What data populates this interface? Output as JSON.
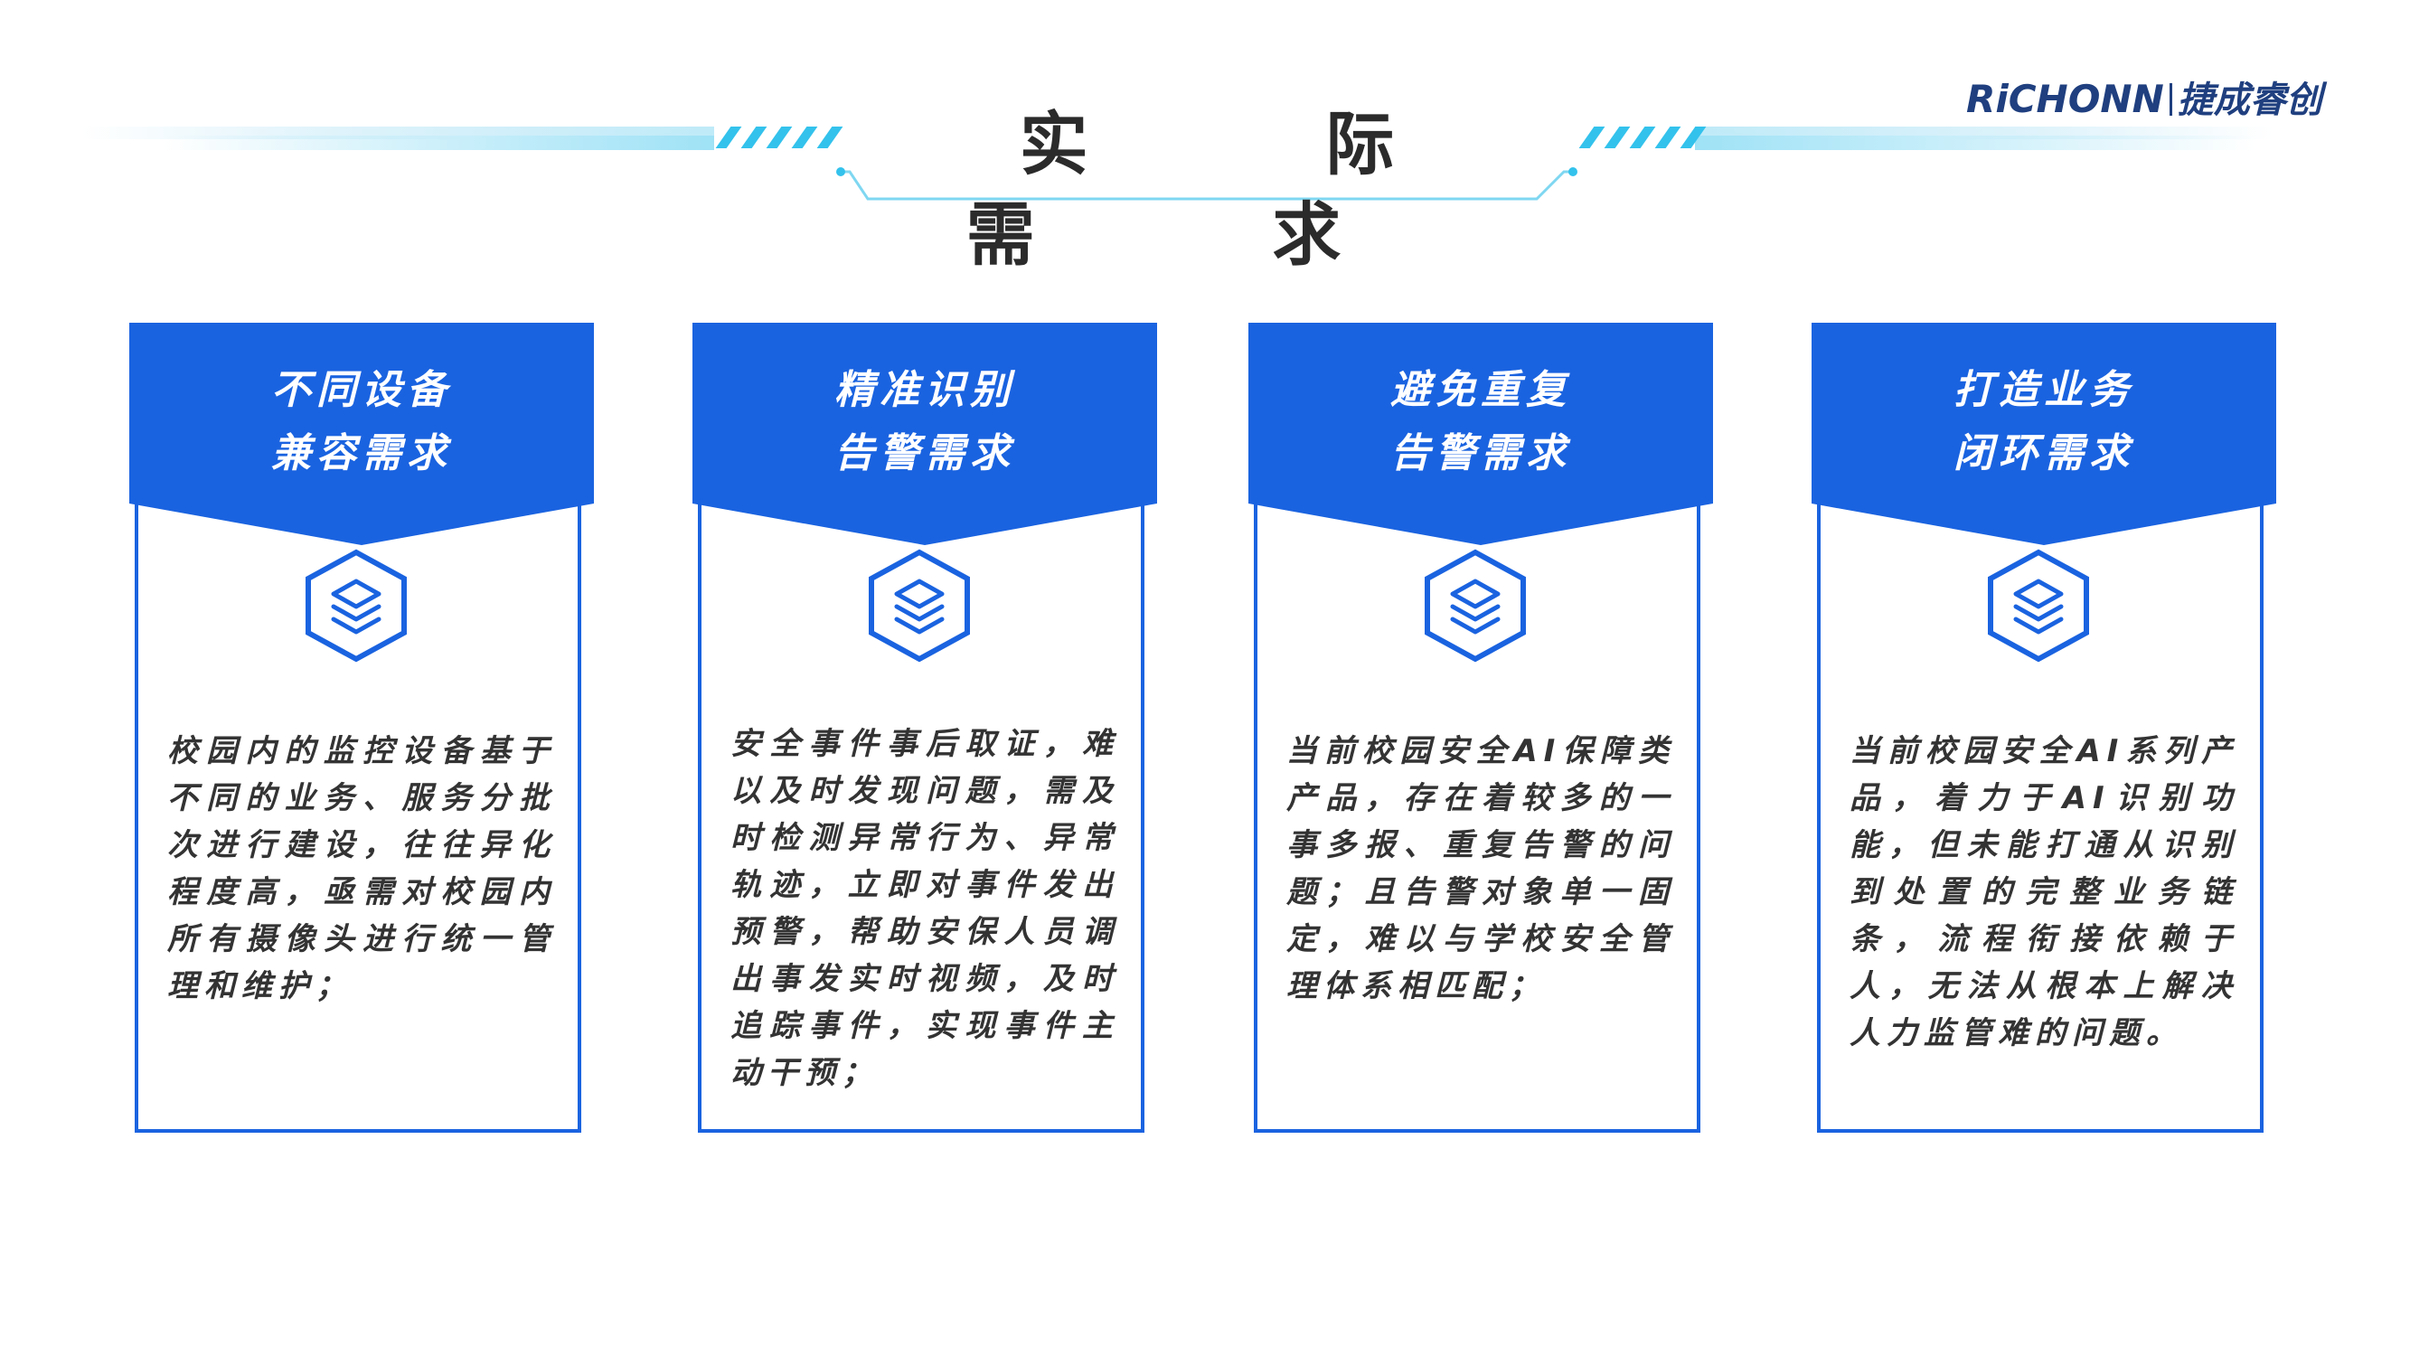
{
  "header": {
    "title": "实 际 需 求",
    "logo_en": "RiCHONN",
    "logo_cn": "捷成睿创"
  },
  "colors": {
    "accent_blue": "#1a63e0",
    "cyan": "#33c2ec",
    "text_dark": "#333333"
  },
  "cards": [
    {
      "title_line1": "不同设备",
      "title_line2": "兼容需求",
      "icon": "layers-hexagon-icon",
      "text": "校园内的监控设备基于不同的业务、服务分批次进行建设，往往异化程度高，亟需对校园内所有摄像头进行统一管理和维护；"
    },
    {
      "title_line1": "精准识别",
      "title_line2": "告警需求",
      "icon": "layers-hexagon-icon",
      "text": "安全事件事后取证，难以及时发现问题，需及时检测异常行为、异常轨迹，立即对事件发出预警，帮助安保人员调出事发实时视频，及时追踪事件，实现事件主动干预；"
    },
    {
      "title_line1": "避免重复",
      "title_line2": "告警需求",
      "icon": "layers-hexagon-icon",
      "text": "当前校园安全AI保障类产品，存在着较多的一事多报、重复告警的问题；且告警对象单一固定，难以与学校安全管理体系相匹配；"
    },
    {
      "title_line1": "打造业务",
      "title_line2": "闭环需求",
      "icon": "layers-hexagon-icon",
      "text": "当前校园安全AI系列产品，着力于AI识别功能，但未能打通从识别到处置的完整业务链条，流程衔接依赖于人，无法从根本上解决人力监管难的问题。"
    }
  ]
}
